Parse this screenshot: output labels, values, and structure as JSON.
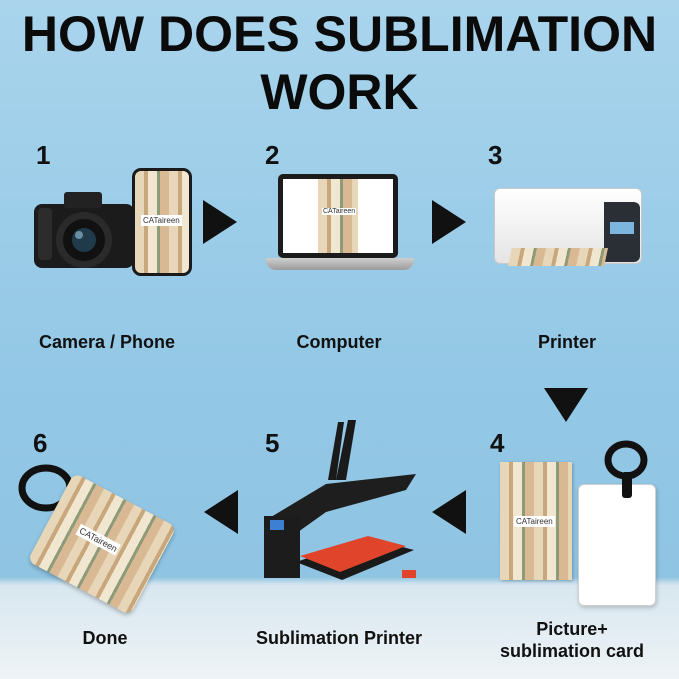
{
  "title": {
    "line1": "HOW DOES SUBLIMATION",
    "line2": "WORK"
  },
  "steps": [
    {
      "number": "1",
      "label": "Camera / Phone"
    },
    {
      "number": "2",
      "label": "Computer"
    },
    {
      "number": "3",
      "label": "Printer"
    },
    {
      "number": "4",
      "label_line1": "Picture+",
      "label_line2": "sublimation card"
    },
    {
      "number": "5",
      "label": "Sublimation Printer"
    },
    {
      "number": "6",
      "label": "Done"
    }
  ],
  "brand": "CATaireen",
  "colors": {
    "background": "#9fcfea",
    "text": "#111111",
    "accent": "#e0452b"
  }
}
